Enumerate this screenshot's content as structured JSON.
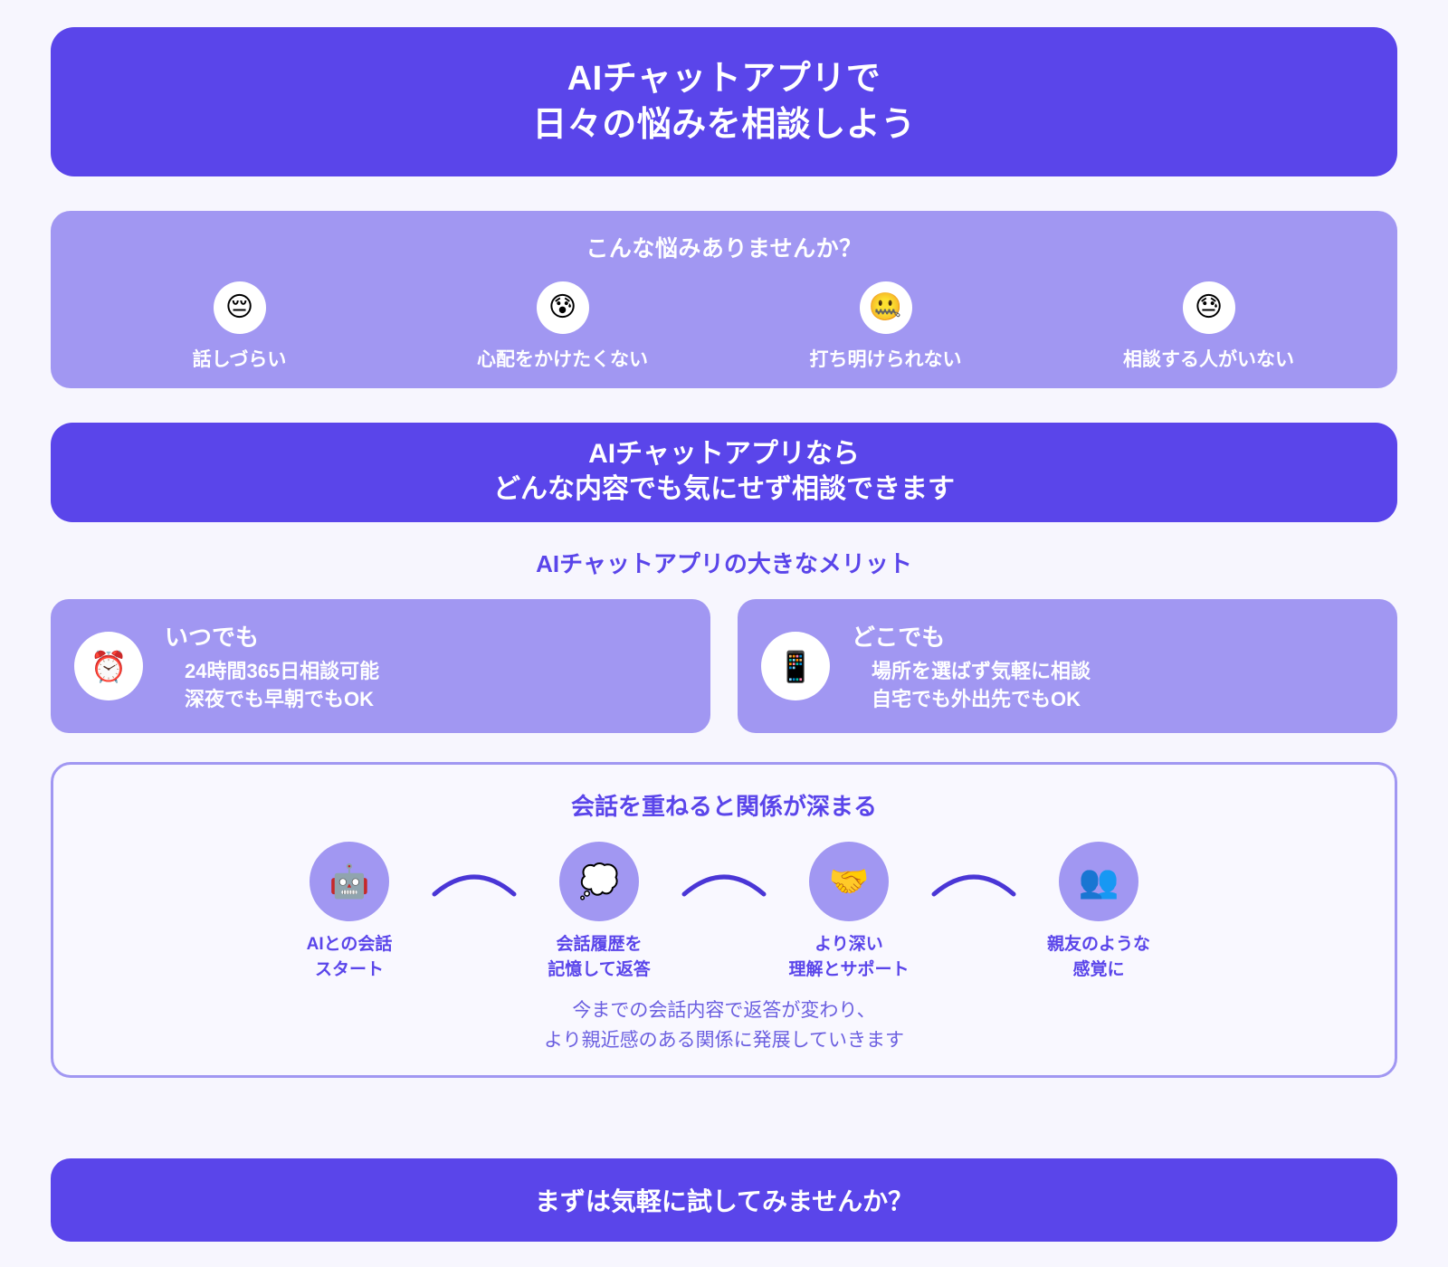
{
  "colors": {
    "primary": "#5a45ea",
    "light_purple": "#a197f2",
    "background": "#f7f6fe",
    "note_text": "#6b5fe0"
  },
  "hero": {
    "line1": "AIチャットアプリで",
    "line2": "日々の悩みを相談しよう"
  },
  "concerns": {
    "title": "こんな悩みありませんか？",
    "items": [
      {
        "icon": "😔",
        "icon_name": "pensive-face-icon",
        "label": "話しづらい"
      },
      {
        "icon": "😰",
        "icon_name": "anxious-face-with-sweat-icon",
        "label": "心配をかけたくない"
      },
      {
        "icon": "🤐",
        "icon_name": "zipper-mouth-face-icon",
        "label": "打ち明けられない"
      },
      {
        "icon": "😓",
        "icon_name": "downcast-face-with-sweat-icon",
        "label": "相談する人がいない"
      }
    ]
  },
  "solution": {
    "line1": "AIチャットアプリなら",
    "line2": "どんな内容でも気にせず相談できます"
  },
  "merits": {
    "heading": "AIチャットアプリの大きなメリット",
    "cards": [
      {
        "icon": "⏰",
        "icon_name": "alarm-clock-icon",
        "title": "いつでも",
        "detail_line1": "24時間365日相談可能",
        "detail_line2": "深夜でも早朝でもOK"
      },
      {
        "icon": "📱",
        "icon_name": "mobile-phone-icon",
        "title": "どこでも",
        "detail_line1": "場所を選ばず気軽に相談",
        "detail_line2": "自宅でも外出先でもOK"
      }
    ]
  },
  "flow": {
    "title": "会話を重ねると関係が深まる",
    "steps": [
      {
        "icon": "🤖",
        "icon_name": "robot-icon",
        "label_line1": "AIとの会話",
        "label_line2": "スタート"
      },
      {
        "icon": "💭",
        "icon_name": "thought-balloon-icon",
        "label_line1": "会話履歴を",
        "label_line2": "記憶して返答"
      },
      {
        "icon": "🤝",
        "icon_name": "handshake-icon",
        "label_line1": "より深い",
        "label_line2": "理解とサポート"
      },
      {
        "icon": "👥",
        "icon_name": "busts-in-silhouette-icon",
        "label_line1": "親友のような",
        "label_line2": "感覚に"
      }
    ],
    "note_line1": "今までの会話内容で返答が変わり、",
    "note_line2": "より親近感のある関係に発展していきます"
  },
  "cta": {
    "label": "まずは気軽に試してみませんか？"
  }
}
